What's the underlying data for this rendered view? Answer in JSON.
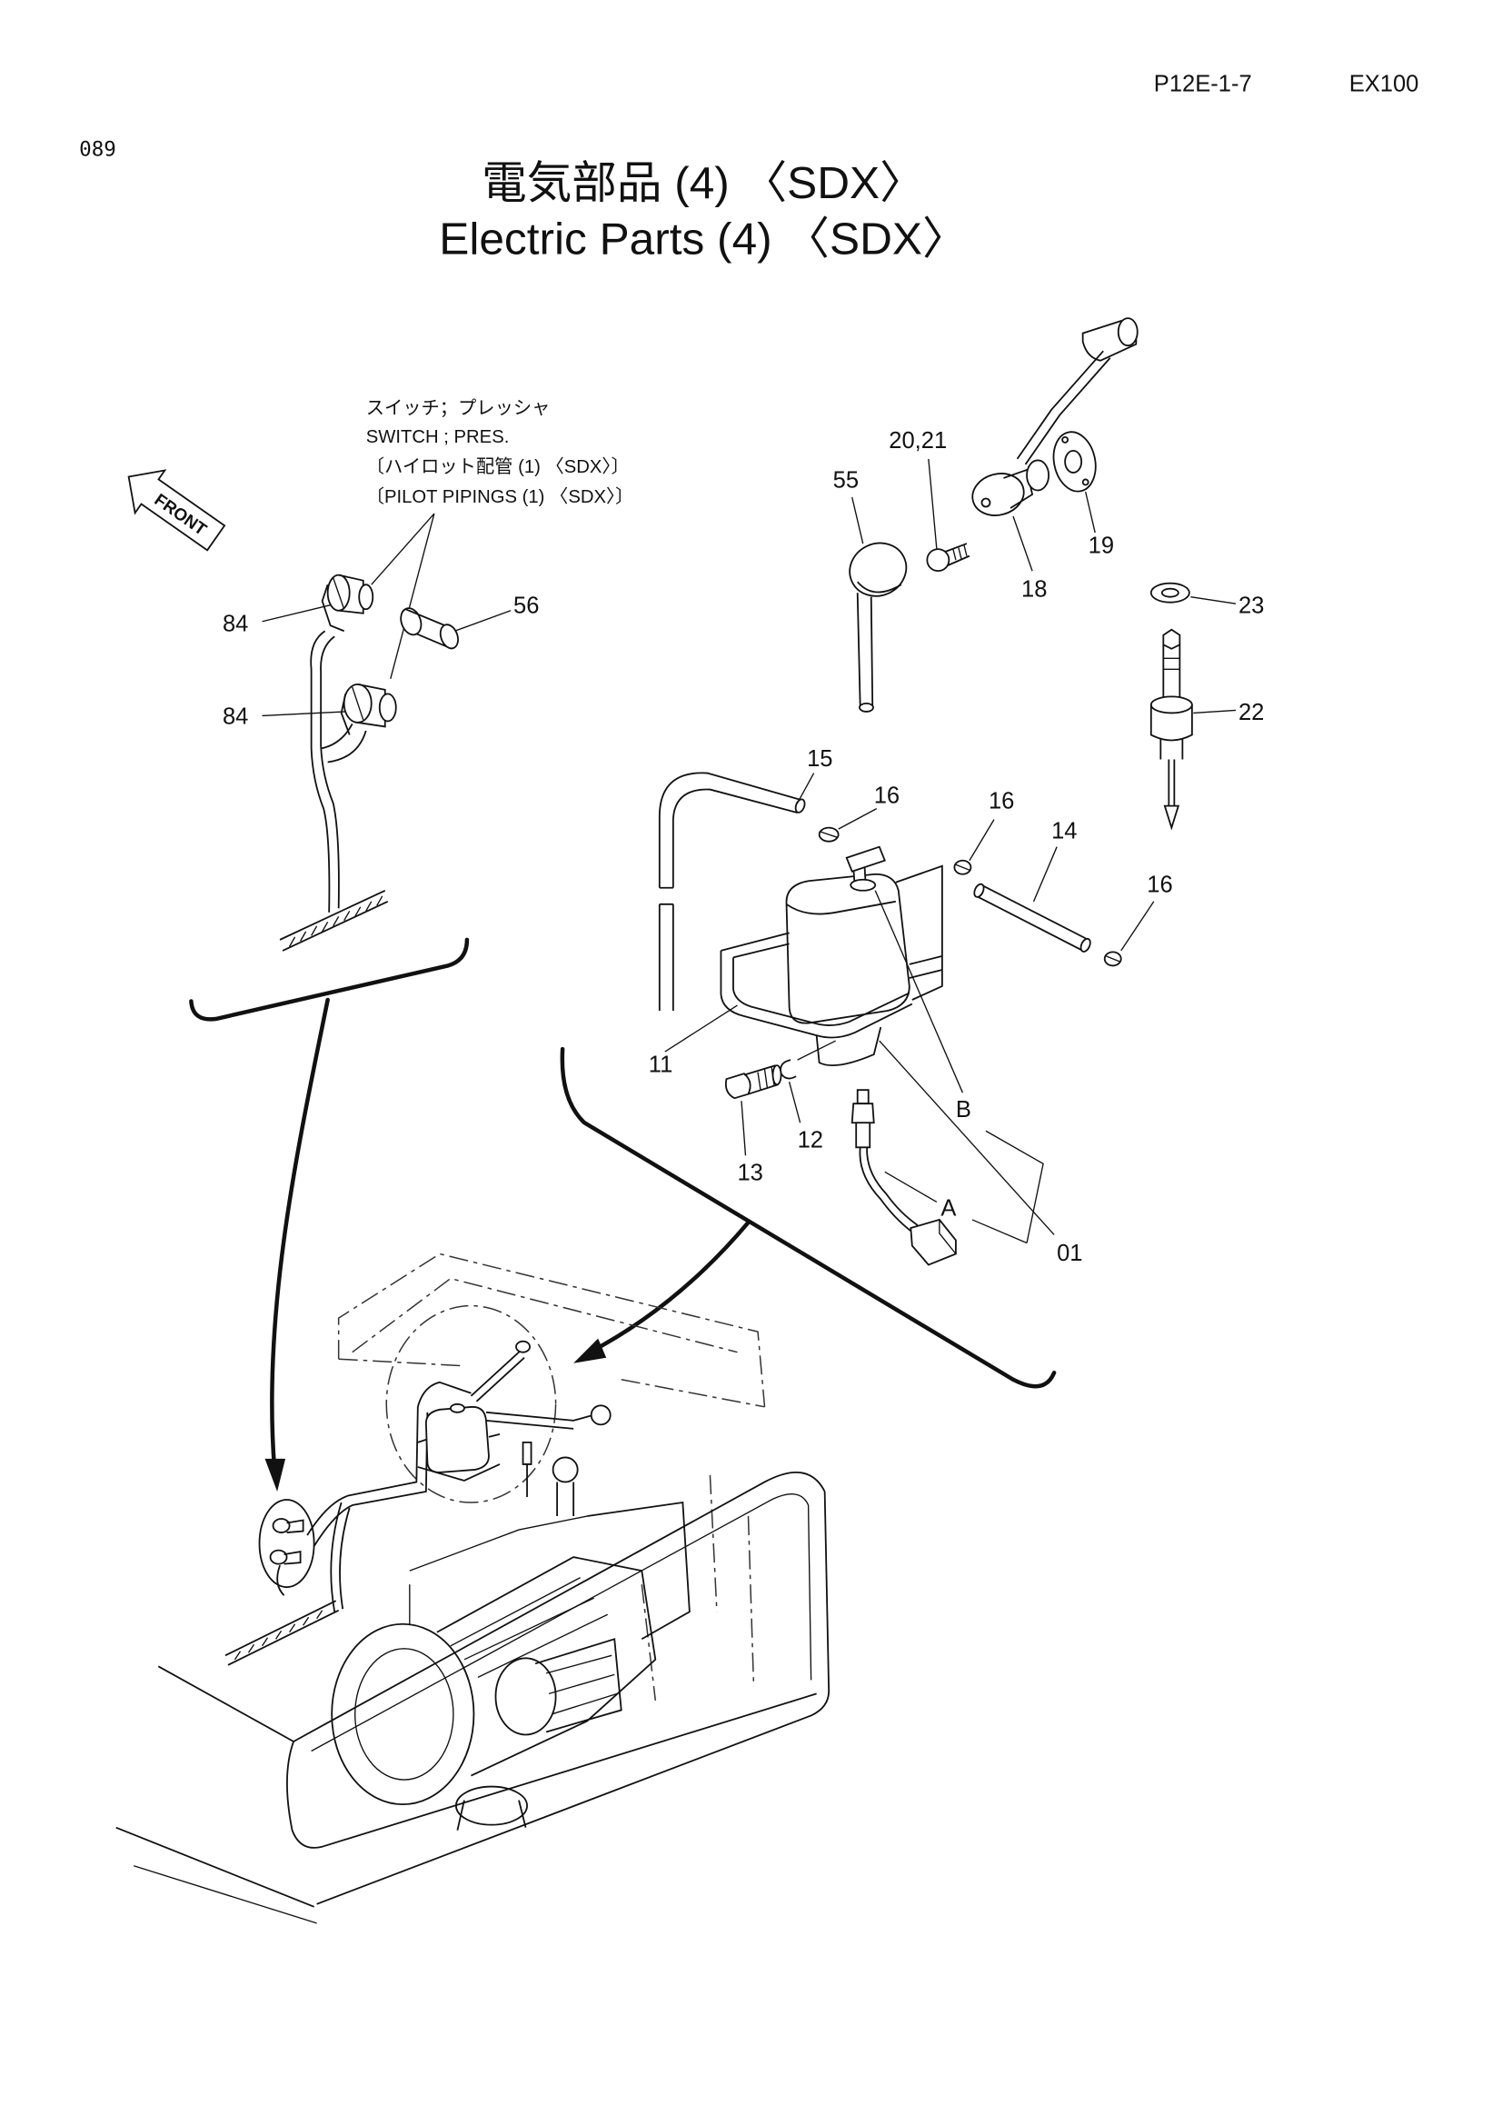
{
  "header": {
    "code": "P12E-1-7",
    "model": "EX100"
  },
  "page_number": "089",
  "title": {
    "jp": "電気部品 (4) 〈SDX〉",
    "en": "Electric Parts (4) 〈SDX〉"
  },
  "note": {
    "line1": "スイッチ；プレッシャ",
    "line2": "SWITCH ; PRES.",
    "line3": "〔ハイロット配管 (1) 〈SDX〉〕",
    "line4": "〔PILOT PIPINGS (1) 〈SDX〉〕"
  },
  "front_label": "FRONT",
  "callouts": [
    "84",
    "56",
    "84",
    "55",
    "20,21",
    "18",
    "19",
    "23",
    "22",
    "15",
    "16",
    "16",
    "14",
    "16",
    "11",
    "B",
    "12",
    "13",
    "A",
    "01"
  ]
}
